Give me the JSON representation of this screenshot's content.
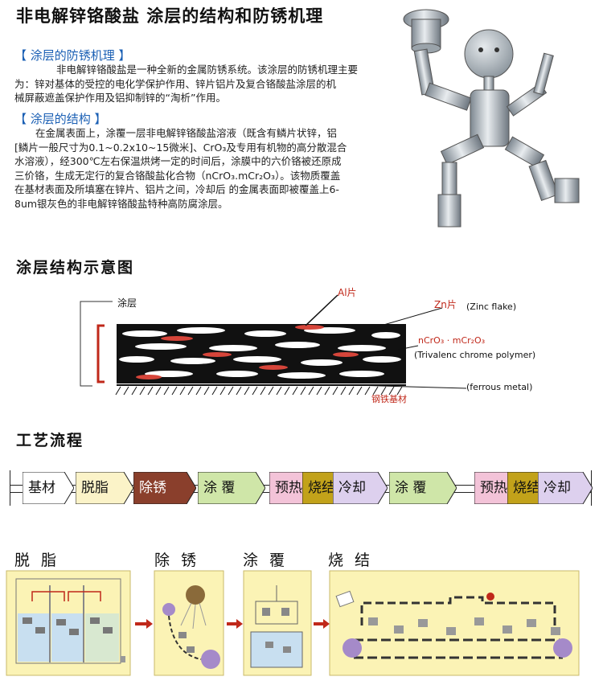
{
  "title": "非电解锌铬酸盐 涂层的结构和防锈机理",
  "mechanism": {
    "heading": "【 涂层的防锈机理 】",
    "lines": [
      "非电解锌铬酸盐是一种全新的金属防锈系统。该涂层的防锈机理主要",
      "为：锌对基体的受控的电化学保护作用、锌片铝片及复合铬酸盐涂层的机",
      "械屏蔽遮盖保护作用及铝抑制锌的“淘析”作用。"
    ]
  },
  "structure": {
    "heading": "【 涂层的结构 】",
    "lines": [
      "在金属表面上，涂覆一层非电解锌铬酸盐溶液（既含有鳞片状锌，铝",
      "[鳞片一般尺寸为0.1~0.2x10~15微米]、CrO₃及专用有机物的高分散混合",
      "水溶液），经300℃左右保温烘烤一定的时间后，涂膜中的六价铬被还原成",
      "三价铬，生成无定行的复合铬酸盐化合物（nCrO₃.mCr₂O₃）。该物质覆盖",
      "在基材表面及所填塞在锌片、铝片之间，冷却后 的金属表面即被覆盖上6-",
      "8um银灰色的非电解锌铬酸盐特种高防腐涂层。"
    ]
  },
  "diagram": {
    "heading": "涂层结构示意图",
    "coating_label": "涂层",
    "al_label": "Al片",
    "zn_label": "Zn片",
    "zn_en": "(Zinc flake)",
    "chrome_label": "nCrO₃ · mCr₂O₃",
    "chrome_en": "(Trivalenc chrome polymer)",
    "ferrous_en": "(ferrous metal)",
    "substrate_label": "钢铁基材"
  },
  "process": {
    "heading": "工艺流程",
    "steps": [
      {
        "label": "基材",
        "color": "#ffffff",
        "text_color": "#111111"
      },
      {
        "label": "脱脂",
        "color": "#fbf3c8",
        "text_color": "#111111"
      },
      {
        "label": "除锈",
        "color": "#8a3f2c",
        "text_color": "#ffffff"
      },
      {
        "label": "涂 覆",
        "color": "#cfe6a8",
        "text_color": "#111111"
      },
      {
        "label": "预热",
        "color": "#f3c3d8",
        "text_color": "#111111"
      },
      {
        "label": "烧结",
        "color": "#c2a21a",
        "text_color": "#111111"
      },
      {
        "label": "冷却",
        "color": "#ddd0ee",
        "text_color": "#111111"
      },
      {
        "label": "涂 覆",
        "color": "#cfe6a8",
        "text_color": "#111111"
      },
      {
        "label": "预热",
        "color": "#f3c3d8",
        "text_color": "#111111"
      },
      {
        "label": "烧结",
        "color": "#c2a21a",
        "text_color": "#111111"
      },
      {
        "label": "冷却",
        "color": "#ddd0ee",
        "text_color": "#111111"
      }
    ]
  },
  "stages": {
    "degrease": "脱 脂",
    "derust": "除 锈",
    "coat": "涂 覆",
    "sinter": "烧 结"
  },
  "colors": {
    "heading_blue": "#1a5fb4",
    "accent_red": "#c0281a",
    "panel_yellow": "#fbf3b5",
    "panel_border": "#c9b96a"
  }
}
